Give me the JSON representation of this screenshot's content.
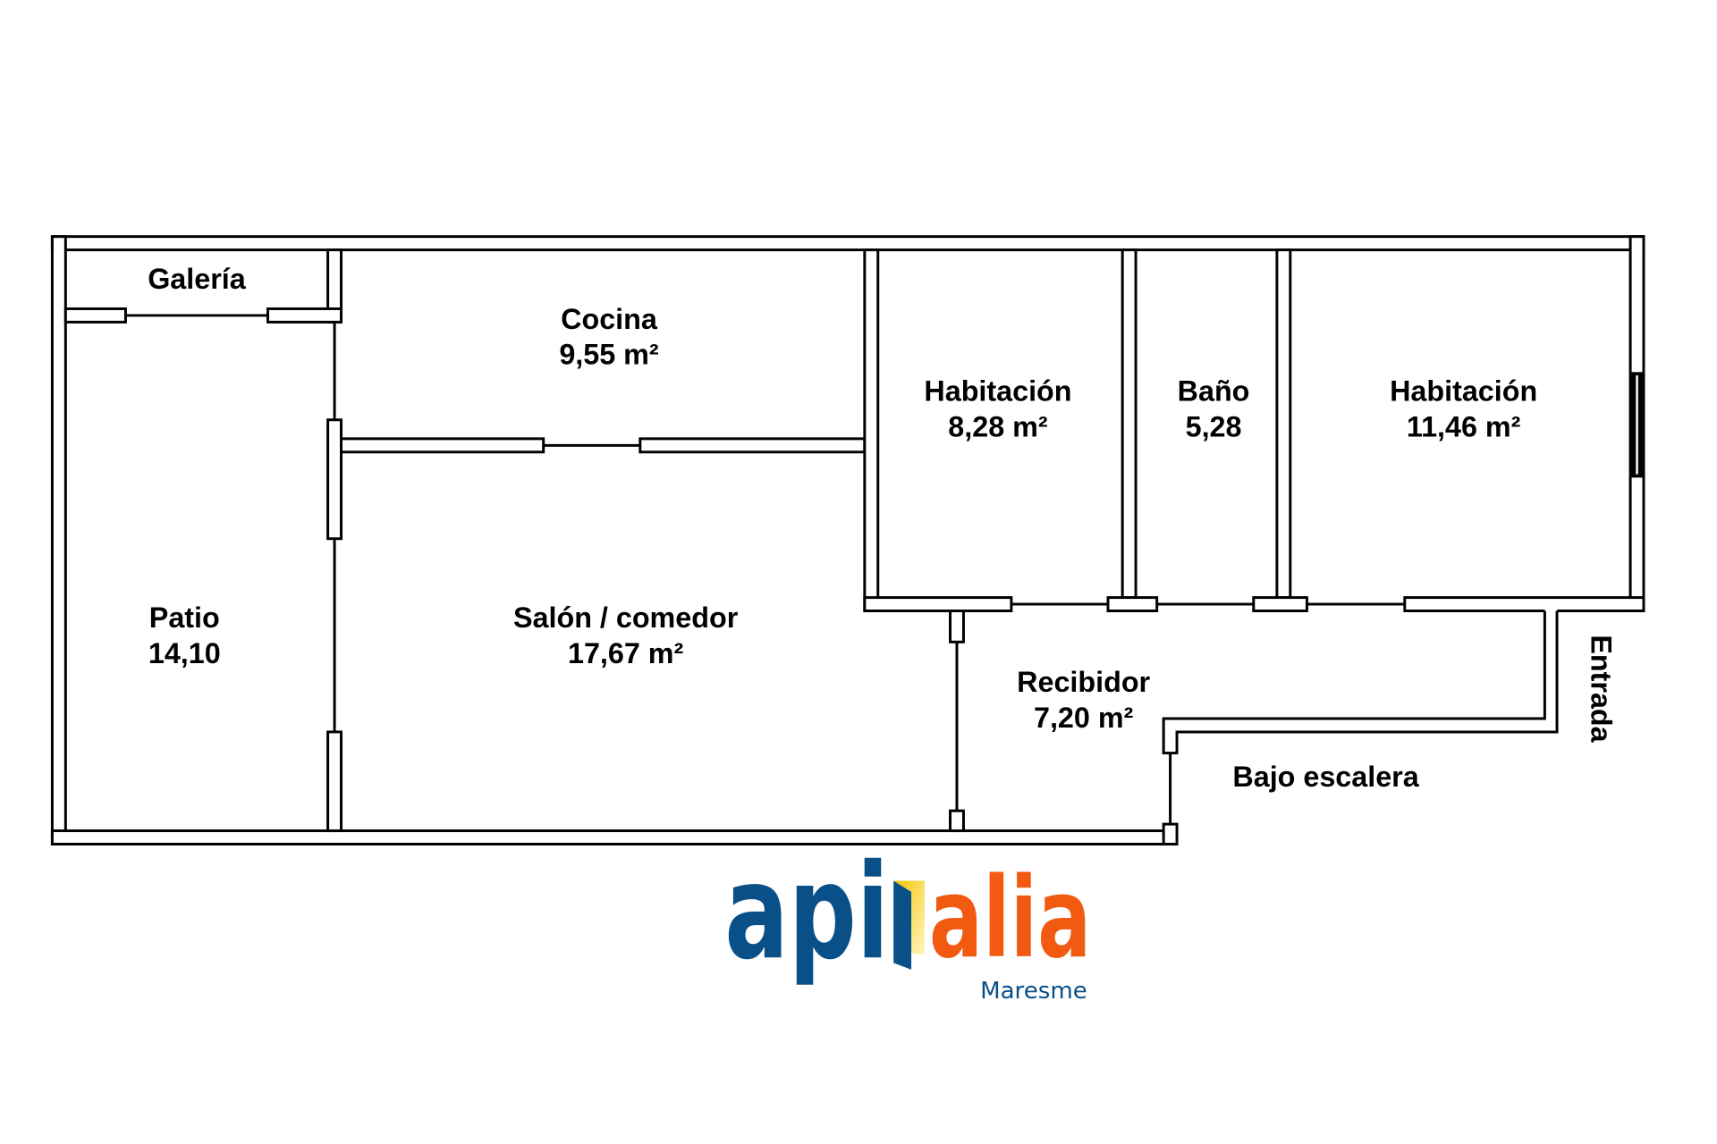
{
  "floor_plan": {
    "rooms": [
      {
        "name": "Galería",
        "area": ""
      },
      {
        "name": "Cocina",
        "area": "9,55 m²"
      },
      {
        "name": "Habitación",
        "area": "8,28 m²"
      },
      {
        "name": "Baño",
        "area": "5,28"
      },
      {
        "name": "Habitación",
        "area": "11,46 m²"
      },
      {
        "name": "Patio",
        "area": "14,10"
      },
      {
        "name": "Salón / comedor",
        "area": "17,67 m²"
      },
      {
        "name": "Recibidor",
        "area": "7,20 m²"
      }
    ],
    "labels": {
      "bajo_escalera": "Bajo escalera",
      "entrada": "Entrada"
    }
  },
  "logo": {
    "part1": "api",
    "part2": "alia",
    "subtitle": "Maresme",
    "colors": {
      "blue": "#0a5088",
      "orange": "#f25a12",
      "yellow": "#f5c400"
    }
  }
}
